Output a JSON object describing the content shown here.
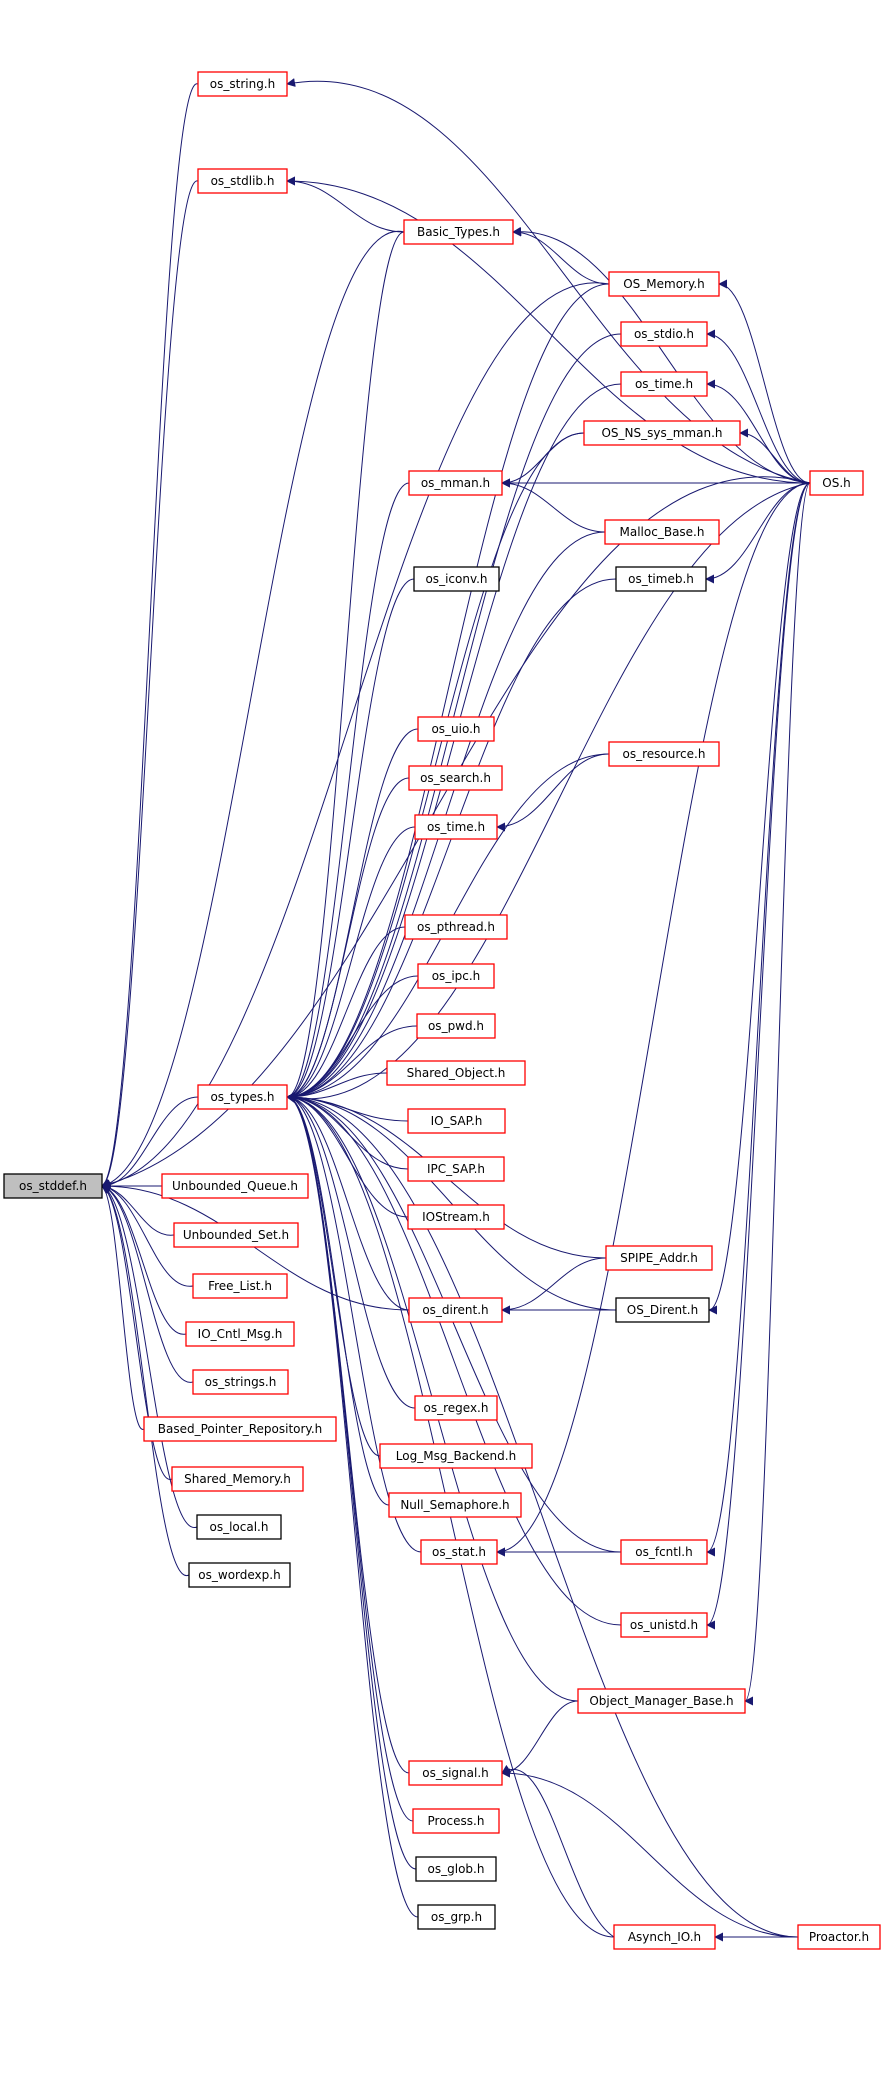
{
  "colors": {
    "edge": "#191970",
    "documented_border": "#ff0000",
    "undocumented_border": "#000000",
    "root_fill": "#bfbfbf",
    "node_fill": "#ffffff"
  },
  "graph": {
    "root": "os_stddef.h",
    "nodes": [
      {
        "id": "os_stddef",
        "label": "os_stddef.h",
        "kind": "root"
      },
      {
        "id": "os_string",
        "label": "os_string.h",
        "kind": "documented"
      },
      {
        "id": "os_stdlib",
        "label": "os_stdlib.h",
        "kind": "documented"
      },
      {
        "id": "basic_types",
        "label": "Basic_Types.h",
        "kind": "documented"
      },
      {
        "id": "os_memory",
        "label": "OS_Memory.h",
        "kind": "documented"
      },
      {
        "id": "os_stdio",
        "label": "os_stdio.h",
        "kind": "documented"
      },
      {
        "id": "os_time_top",
        "label": "os_time.h",
        "kind": "documented"
      },
      {
        "id": "os_ns_sys_mman",
        "label": "OS_NS_sys_mman.h",
        "kind": "documented"
      },
      {
        "id": "os_h",
        "label": "OS.h",
        "kind": "documented"
      },
      {
        "id": "os_mman",
        "label": "os_mman.h",
        "kind": "documented"
      },
      {
        "id": "malloc_base",
        "label": "Malloc_Base.h",
        "kind": "documented"
      },
      {
        "id": "os_timeb",
        "label": "os_timeb.h",
        "kind": "plain"
      },
      {
        "id": "os_iconv",
        "label": "os_iconv.h",
        "kind": "plain"
      },
      {
        "id": "os_uio",
        "label": "os_uio.h",
        "kind": "documented"
      },
      {
        "id": "os_resource",
        "label": "os_resource.h",
        "kind": "documented"
      },
      {
        "id": "os_search",
        "label": "os_search.h",
        "kind": "documented"
      },
      {
        "id": "os_time_mid",
        "label": "os_time.h",
        "kind": "documented"
      },
      {
        "id": "os_pthread",
        "label": "os_pthread.h",
        "kind": "documented"
      },
      {
        "id": "os_ipc",
        "label": "os_ipc.h",
        "kind": "documented"
      },
      {
        "id": "os_pwd",
        "label": "os_pwd.h",
        "kind": "documented"
      },
      {
        "id": "shared_object",
        "label": "Shared_Object.h",
        "kind": "documented"
      },
      {
        "id": "os_types",
        "label": "os_types.h",
        "kind": "documented"
      },
      {
        "id": "io_sap",
        "label": "IO_SAP.h",
        "kind": "documented"
      },
      {
        "id": "ipc_sap",
        "label": "IPC_SAP.h",
        "kind": "documented"
      },
      {
        "id": "iostream",
        "label": "IOStream.h",
        "kind": "documented"
      },
      {
        "id": "unbounded_queue",
        "label": "Unbounded_Queue.h",
        "kind": "documented"
      },
      {
        "id": "unbounded_set",
        "label": "Unbounded_Set.h",
        "kind": "documented"
      },
      {
        "id": "free_list",
        "label": "Free_List.h",
        "kind": "documented"
      },
      {
        "id": "io_cntl_msg",
        "label": "IO_Cntl_Msg.h",
        "kind": "documented"
      },
      {
        "id": "os_strings",
        "label": "os_strings.h",
        "kind": "documented"
      },
      {
        "id": "based_pointer_repository",
        "label": "Based_Pointer_Repository.h",
        "kind": "documented"
      },
      {
        "id": "shared_memory",
        "label": "Shared_Memory.h",
        "kind": "documented"
      },
      {
        "id": "os_local",
        "label": "os_local.h",
        "kind": "plain"
      },
      {
        "id": "os_wordexp",
        "label": "os_wordexp.h",
        "kind": "plain"
      },
      {
        "id": "spipe_addr",
        "label": "SPIPE_Addr.h",
        "kind": "documented"
      },
      {
        "id": "os_dirent",
        "label": "os_dirent.h",
        "kind": "documented"
      },
      {
        "id": "os_dirent_cap",
        "label": "OS_Dirent.h",
        "kind": "plain"
      },
      {
        "id": "os_regex",
        "label": "os_regex.h",
        "kind": "documented"
      },
      {
        "id": "log_msg_backend",
        "label": "Log_Msg_Backend.h",
        "kind": "documented"
      },
      {
        "id": "null_semaphore",
        "label": "Null_Semaphore.h",
        "kind": "documented"
      },
      {
        "id": "os_stat",
        "label": "os_stat.h",
        "kind": "documented"
      },
      {
        "id": "os_fcntl",
        "label": "os_fcntl.h",
        "kind": "documented"
      },
      {
        "id": "os_unistd",
        "label": "os_unistd.h",
        "kind": "documented"
      },
      {
        "id": "object_manager_base",
        "label": "Object_Manager_Base.h",
        "kind": "documented"
      },
      {
        "id": "os_signal",
        "label": "os_signal.h",
        "kind": "documented"
      },
      {
        "id": "process",
        "label": "Process.h",
        "kind": "documented"
      },
      {
        "id": "os_glob",
        "label": "os_glob.h",
        "kind": "plain"
      },
      {
        "id": "os_grp",
        "label": "os_grp.h",
        "kind": "plain"
      },
      {
        "id": "asynch_io",
        "label": "Asynch_IO.h",
        "kind": "documented"
      },
      {
        "id": "proactor",
        "label": "Proactor.h",
        "kind": "documented"
      }
    ]
  }
}
